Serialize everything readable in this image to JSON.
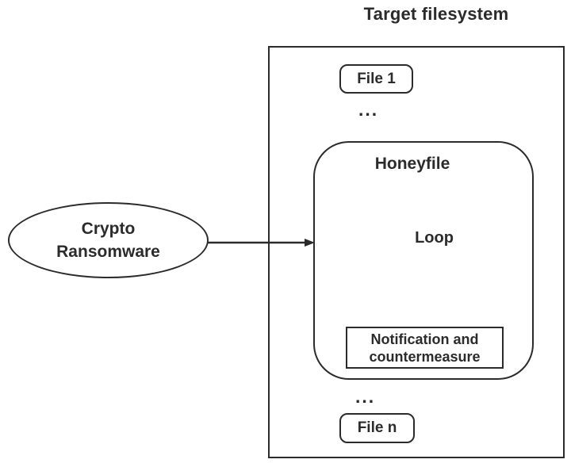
{
  "title": "Target filesystem",
  "attacker": {
    "line1": "Crypto",
    "line2": "Ransomware"
  },
  "filesystem": {
    "file_top": "File 1",
    "ellipsis_top": "...",
    "honeyfile": {
      "label": "Honeyfile",
      "loop_label": "Loop",
      "notification_line1": "Notification and",
      "notification_line2": "countermeasure"
    },
    "ellipsis_bottom": "...",
    "file_bottom": "File n"
  },
  "colors": {
    "background": "#ffffff",
    "stroke": "#2b2b2b",
    "loop_stroke": "#9a9a9a",
    "loop_head": "#4a4a4a"
  }
}
